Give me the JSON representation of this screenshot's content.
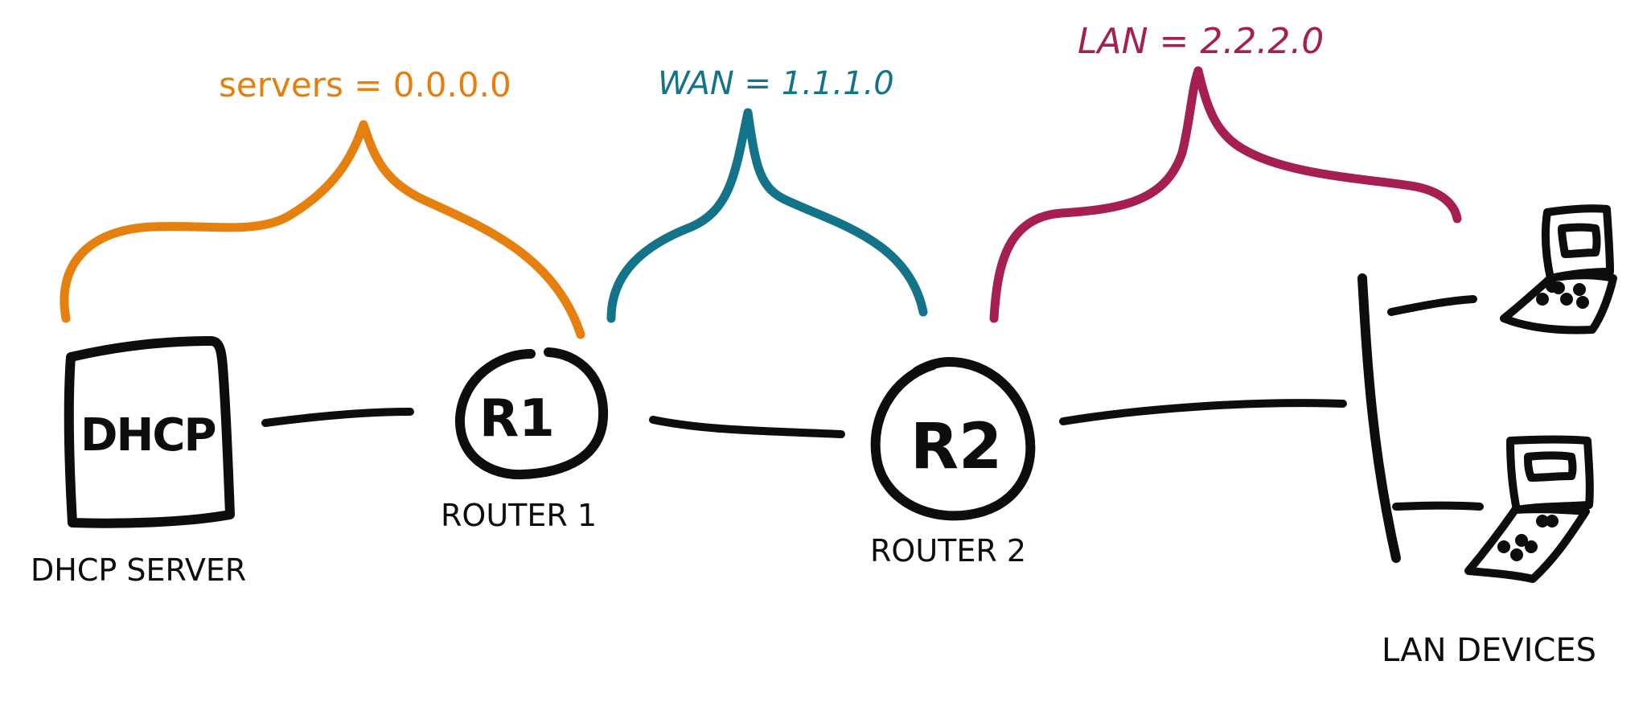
{
  "colors": {
    "servers": "#e57f0e",
    "wan": "#137388",
    "lan": "#a51f52",
    "ink": "#0d0d0d"
  },
  "segments": {
    "servers_label": "servers = 0.0.0.0",
    "wan_label": "WAN = 1.1.1.0",
    "lan_label": "LAN = 2.2.2.0"
  },
  "nodes": {
    "dhcp_box_text": "DHCP",
    "dhcp_caption": "DHCP SERVER",
    "r1_text": "R1",
    "r1_caption": "ROUTER 1",
    "r2_text": "R2",
    "r2_caption": "ROUTER 2",
    "lan_devices_caption": "LAN DEVICES"
  },
  "icons": [
    "server-icon",
    "router-icon",
    "laptop-icon"
  ]
}
